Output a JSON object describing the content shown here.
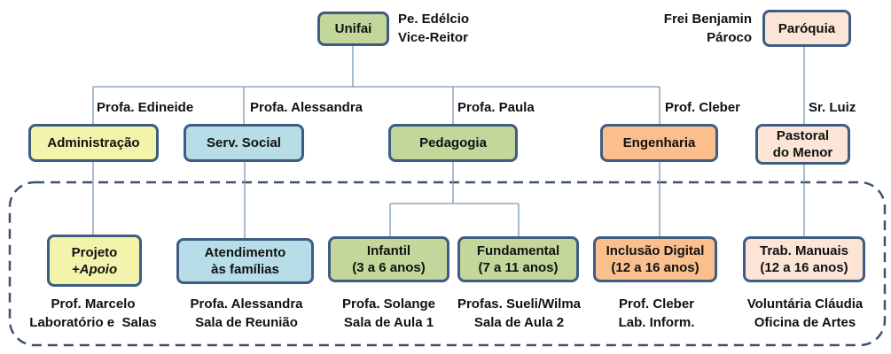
{
  "colors": {
    "border": "#3f5d83",
    "green": "#c4d79b",
    "yellow": "#f4f3ab",
    "blue": "#b7dde8",
    "orange": "#fbbf8e",
    "peach": "#fce4d6"
  },
  "top": {
    "unifai": "Unifai",
    "unifai_person": "Pe. Edélcio",
    "unifai_role": "Vice-Reitor",
    "paroquia": "Paróquia",
    "paroquia_person": "Frei Benjamin",
    "paroquia_role": "Pároco"
  },
  "branch_labels": {
    "adm": "Profa. Edineide",
    "serv": "Profa. Alessandra",
    "ped": "Profa. Paula",
    "eng": "Prof. Cleber",
    "past": "Sr. Luiz"
  },
  "departments": {
    "adm": "Administração",
    "serv": "Serv. Social",
    "ped": "Pedagogia",
    "eng": "Engenharia",
    "past_l1": "Pastoral",
    "past_l2": "do Menor"
  },
  "programs": {
    "projeto_l1": "Projeto",
    "projeto_l2": "+Apoio",
    "atend_l1": "Atendimento",
    "atend_l2": "às famílias",
    "infantil_l1": "Infantil",
    "infantil_l2": "(3 a 6 anos)",
    "fund_l1": "Fundamental",
    "fund_l2": "(7 a 11 anos)",
    "incl_l1": "Inclusão Digital",
    "incl_l2": "(12 a 16 anos)",
    "trab_l1": "Trab. Manuais",
    "trab_l2": "(12 a 16 anos)"
  },
  "captions": {
    "projeto_l1": "Prof. Marcelo",
    "projeto_l2": "Laboratório e  Salas",
    "atend_l1": "Profa. Alessandra",
    "atend_l2": "Sala de Reunião",
    "infantil_l1": "Profa. Solange",
    "infantil_l2": "Sala de Aula 1",
    "fund_l1": "Profas. Sueli/Wilma",
    "fund_l2": "Sala de Aula 2",
    "incl_l1": "Prof. Cleber",
    "incl_l2": "Lab. Inform.",
    "trab_l1": "Voluntária Cláudia",
    "trab_l2": "Oficina de Artes"
  }
}
